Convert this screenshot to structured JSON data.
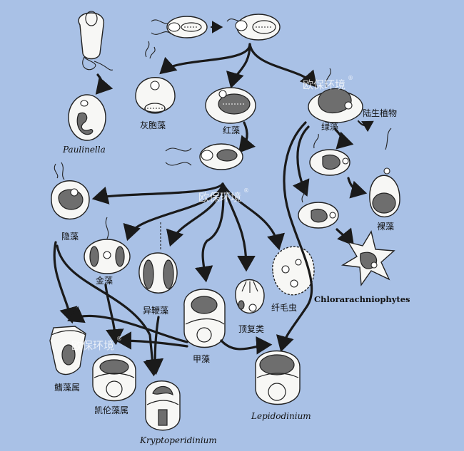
{
  "labels": {
    "paulinella": "Paulinella",
    "glaucophyte": "灰胞藻",
    "red_algae": "红藻",
    "green_algae": "绿藻",
    "land_plants": "陆生植物",
    "euglena": "裸藻",
    "chlorarachniophytes": "Chlorarachniophytes",
    "cryptophyte": "隐藻",
    "chrysophyte": "金藻",
    "heterokont": "异鞭藻",
    "dinoflagellate": "甲藻",
    "apicomplexa": "顶复类",
    "ciliate": "纤毛虫",
    "dinophysis": "鳍藻属",
    "karenia": "凯伦藻属",
    "kryptoperidinium": "Kryptoperidinium",
    "lepidodinium": "Lepidodinium"
  },
  "watermark": {
    "text": "欧保环境",
    "mark": "®"
  },
  "colors": {
    "background": "#a9c1e6",
    "plastid": "#6e6e6e",
    "cell": "#f7f7f5"
  }
}
